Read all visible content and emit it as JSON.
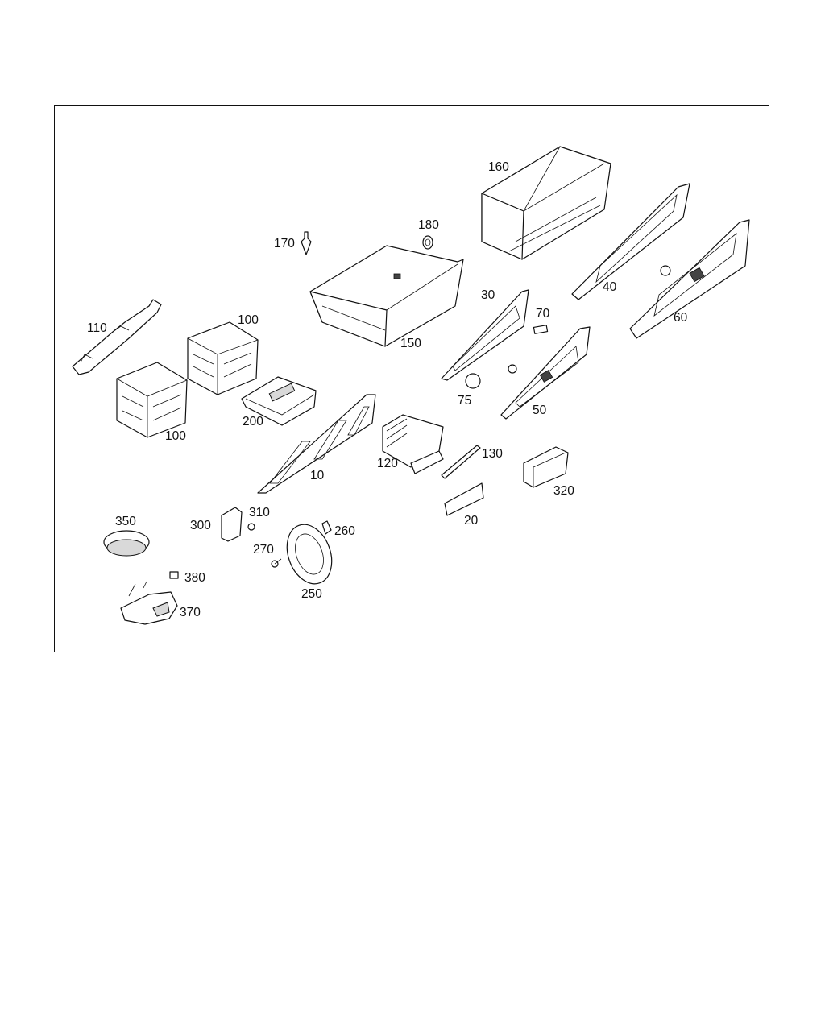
{
  "callouts": {
    "p10": "10",
    "p20": "20",
    "p30": "30",
    "p40": "40",
    "p50": "50",
    "p60": "60",
    "p70": "70",
    "p75": "75",
    "p100a": "100",
    "p100b": "100",
    "p110": "110",
    "p120": "120",
    "p130": "130",
    "p150": "150",
    "p160": "160",
    "p170": "170",
    "p180": "180",
    "p200": "200",
    "p250": "250",
    "p260": "260",
    "p270": "270",
    "p300": "300",
    "p310": "310",
    "p320": "320",
    "p350": "350",
    "p370": "370",
    "p380": "380"
  },
  "colors": {
    "line": "#111111",
    "background": "#ffffff",
    "shade": "#d9d9d9"
  }
}
